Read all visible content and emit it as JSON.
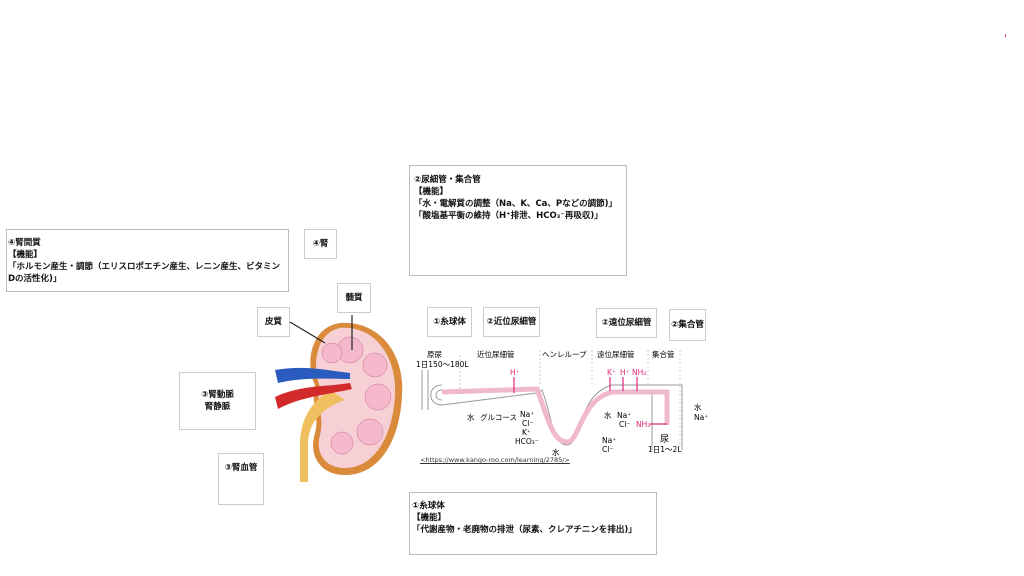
{
  "box_tubule": {
    "title": "②尿細管・集合管",
    "func": "【機能】",
    "line1": "「水・電解質の調整（Na、K、Ca、Pなどの調節)」",
    "line2": "「酸塩基平衡の維持（H⁺排泄、HCO₃⁻再吸収)」"
  },
  "box_interstitium": {
    "title": "④腎間質",
    "func": "【機能】",
    "line1": "「ホルモン産生・調節（エリスロポエチン産生、レニン産生、ビタミンDの活性化)」"
  },
  "box_glomerulus": {
    "title": "①糸球体",
    "func": "【機能】",
    "line1": "「代謝産物・老廃物の排泄（尿素、クレアチニンを排出)」"
  },
  "labels": {
    "kidney": "④腎",
    "medulla": "髄質",
    "cortex": "皮質",
    "artery": "③腎動脈",
    "vein": "腎静脈",
    "vessel": "③腎血管",
    "glomerulus": "①糸球体",
    "proximal": "②近位尿細管",
    "distal": "②遠位尿細管",
    "collecting": "②集合管"
  },
  "nephron": {
    "primary_urine": "原尿",
    "primary_volume": "1日150〜180L",
    "sec_proximal": "近位尿細管",
    "sec_henle": "ヘンレループ",
    "sec_distal": "遠位尿細管",
    "sec_collecting": "集合管",
    "h": "H⁺",
    "k": "K⁺",
    "nh3": "NH₃",
    "water": "水",
    "glucose": "グルコース",
    "na": "Na⁺",
    "cl": "Cl⁻",
    "kplus": "K⁺",
    "hco3": "HCO₃⁻",
    "urine": "尿",
    "urine_volume": "1日1〜2L"
  },
  "source_url": "<https://www.kango-roo.com/learning/2785/>",
  "colors": {
    "pink": "#e0287a",
    "artery": "#d22a2a",
    "vein": "#2a5cc0",
    "ureter": "#f0c060",
    "capsule": "#d98a3a"
  }
}
